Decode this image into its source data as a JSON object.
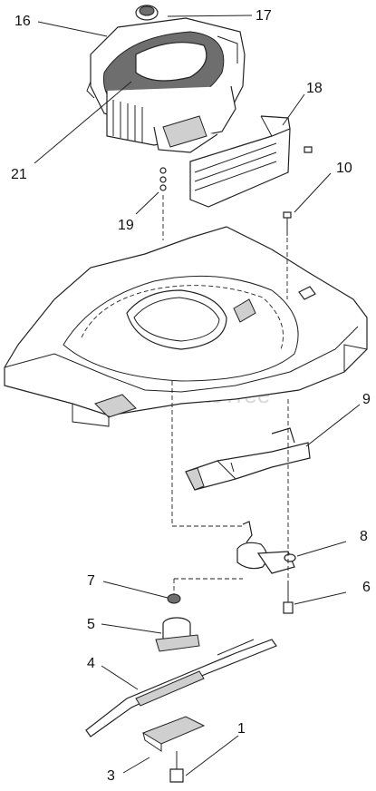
{
  "watermark": "PartsTree",
  "callouts": [
    {
      "id": "16",
      "label": "16"
    },
    {
      "id": "17",
      "label": "17"
    },
    {
      "id": "18",
      "label": "18"
    },
    {
      "id": "10",
      "label": "10"
    },
    {
      "id": "21",
      "label": "21"
    },
    {
      "id": "19",
      "label": "19"
    },
    {
      "id": "9",
      "label": "9"
    },
    {
      "id": "8",
      "label": "8"
    },
    {
      "id": "7",
      "label": "7"
    },
    {
      "id": "6",
      "label": "6"
    },
    {
      "id": "5",
      "label": "5"
    },
    {
      "id": "4",
      "label": "4"
    },
    {
      "id": "1",
      "label": "1"
    },
    {
      "id": "3",
      "label": "3"
    }
  ]
}
